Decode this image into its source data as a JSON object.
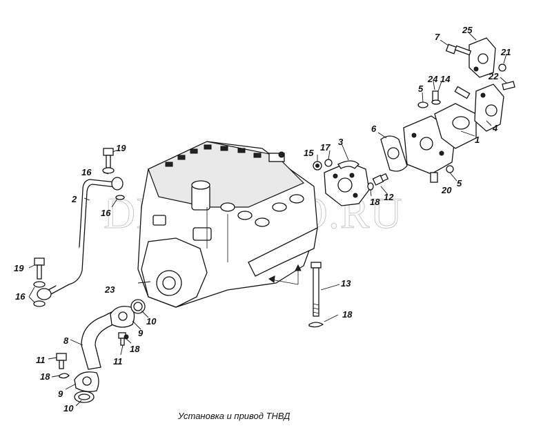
{
  "caption": "Установка и привод ТНВД",
  "watermark": "DMLAUTO.RU",
  "callouts": {
    "c1": "1",
    "c2": "2",
    "c3": "3",
    "c4": "4",
    "c5a": "5",
    "c5b": "5",
    "c6": "6",
    "c7": "7",
    "c8": "8",
    "c9a": "9",
    "c9b": "9",
    "c10a": "10",
    "c10b": "10",
    "c11a": "11",
    "c11b": "11",
    "c12": "12",
    "c13": "13",
    "c14": "14",
    "c15": "15",
    "c16a": "16",
    "c16b": "16",
    "c16c": "16",
    "c17": "17",
    "c18a": "18",
    "c18b": "18",
    "c18c": "18",
    "c18d": "18",
    "c19a": "19",
    "c19b": "19",
    "c20": "20",
    "c21": "21",
    "c22": "22",
    "c23": "23",
    "c24": "24",
    "c25": "25"
  }
}
